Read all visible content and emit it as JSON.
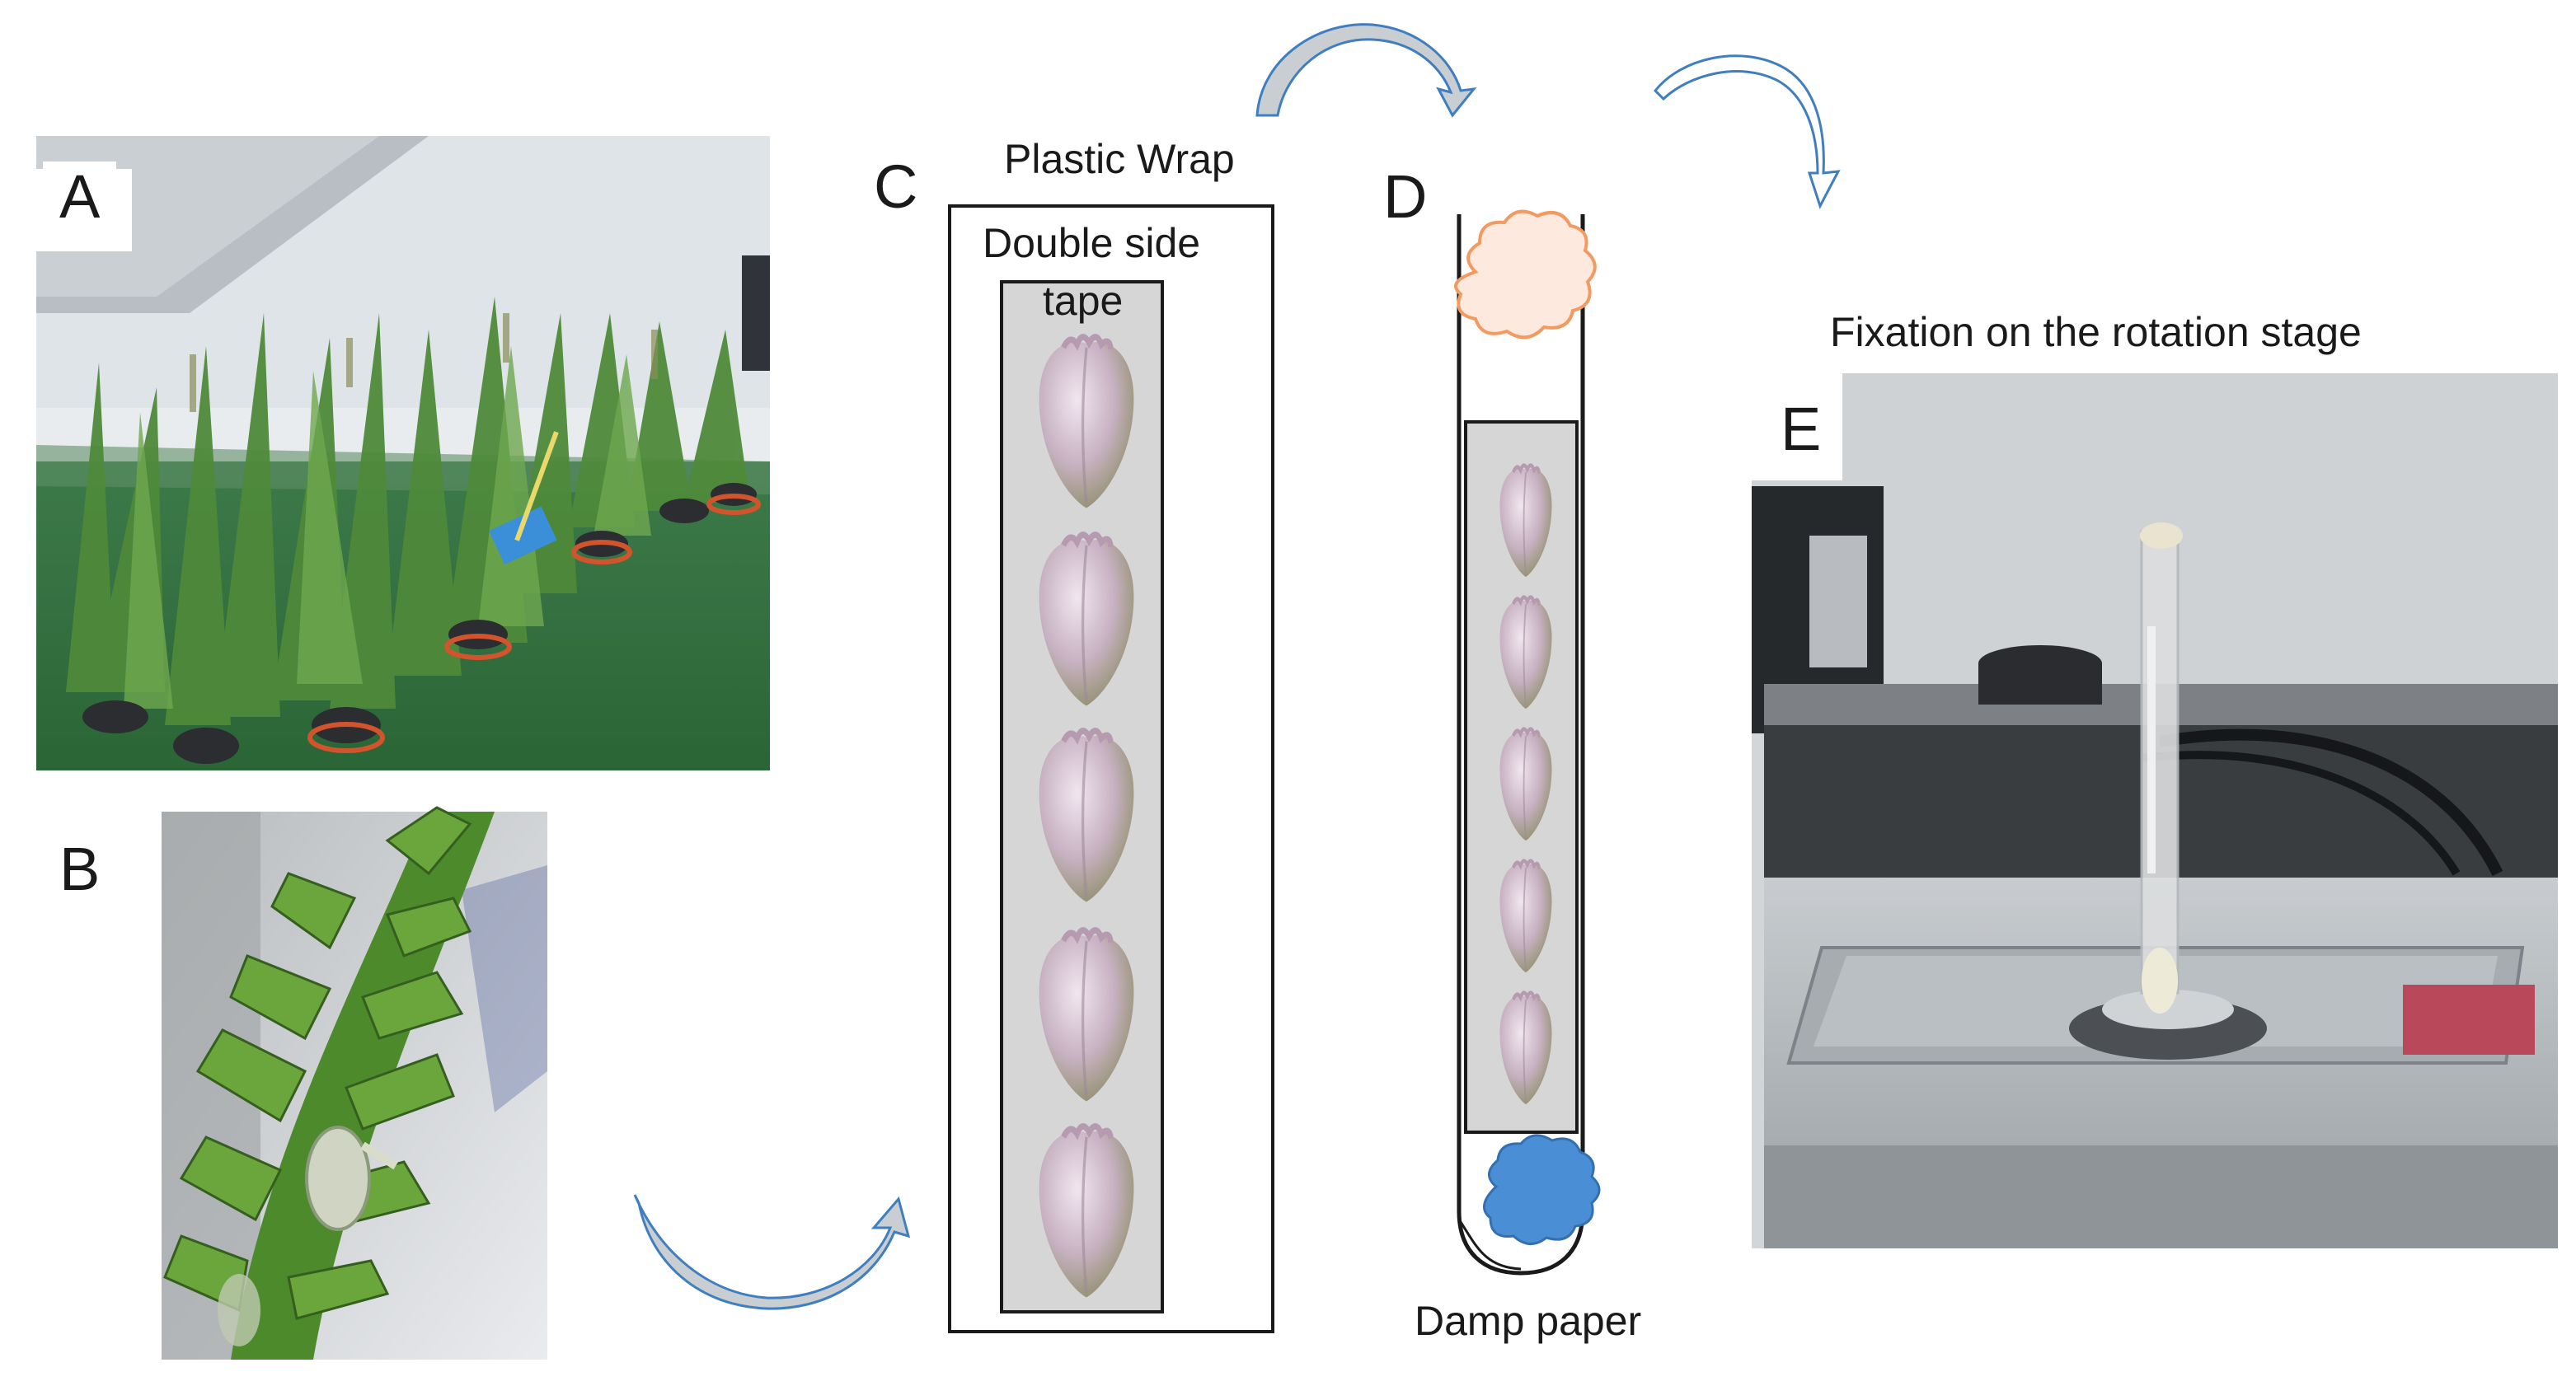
{
  "panels": {
    "a": {
      "letter": "A",
      "content": "greenhouse-wheat-plants"
    },
    "b": {
      "letter": "B",
      "content": "wheat-spike-closeup"
    },
    "c": {
      "letter": "C",
      "outer_label": "Plastic Wrap",
      "inner_label_line1": "Double side",
      "inner_label_line2": "tape",
      "grain_count": 5
    },
    "d": {
      "letter": "D",
      "bottom_label": "Damp paper",
      "grain_count": 5
    },
    "e": {
      "letter": "E",
      "caption": "Fixation on the rotation stage",
      "content": "sample-tube-on-rotation-stage"
    }
  },
  "colors": {
    "arrow_fill": "#c9ced3",
    "arrow_stroke": "#3f7fbf",
    "cotton_top": "#f6a06a",
    "cotton_bottom": "#4a8fd6",
    "tape_fill": "#d6d6d6",
    "grain": "#c9b4c4"
  },
  "icons": [
    "curved-arrow-icon",
    "wheat-grain-icon",
    "cotton-plug-icon"
  ]
}
